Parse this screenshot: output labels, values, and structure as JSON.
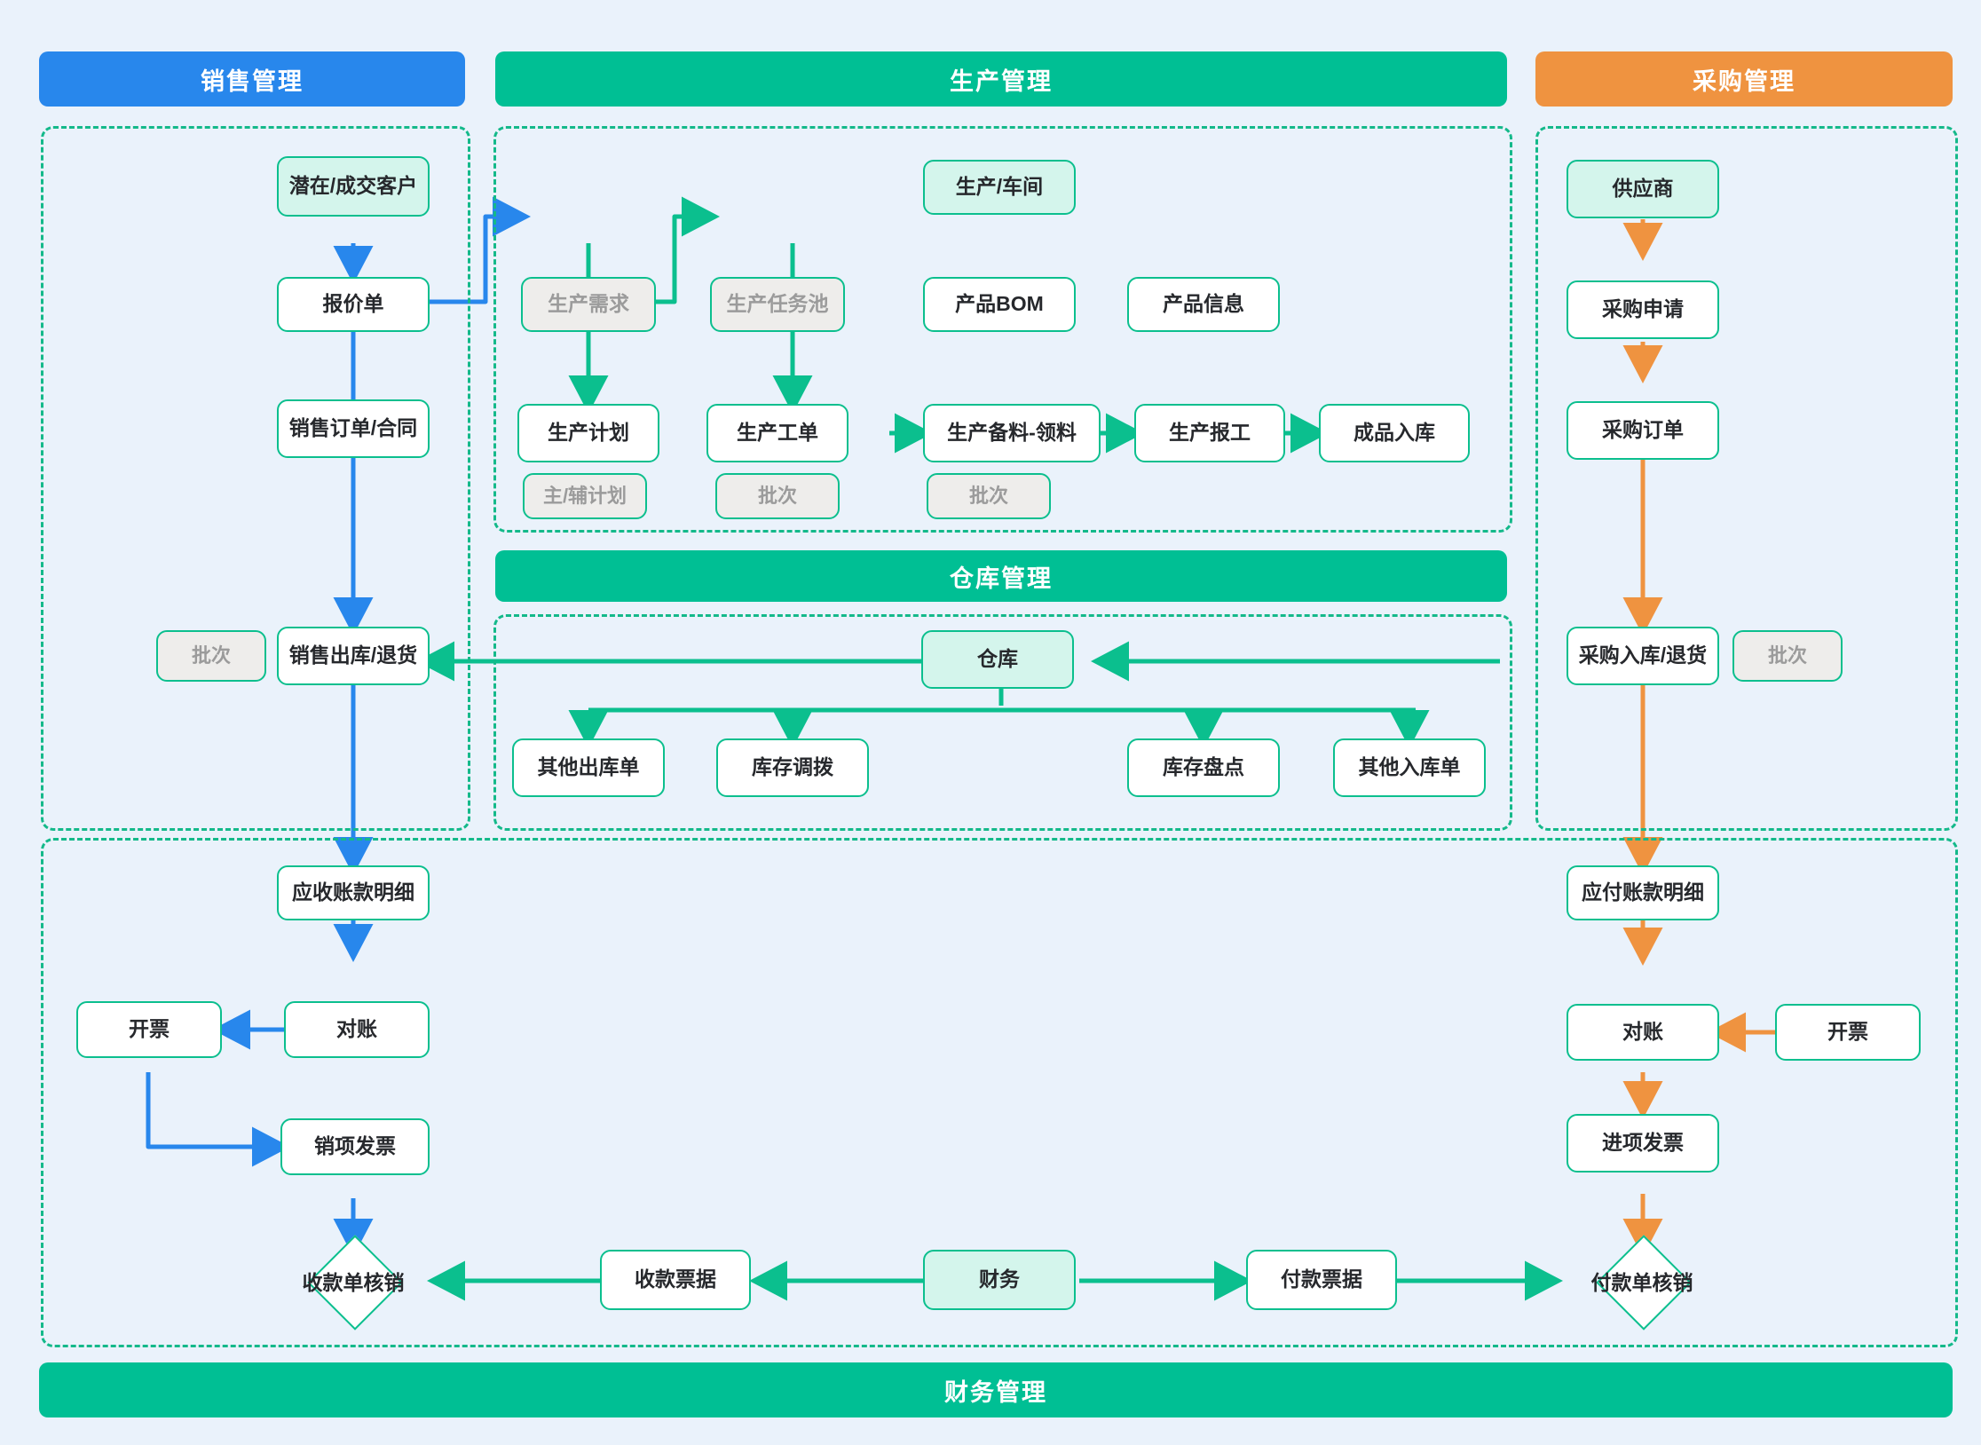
{
  "banners": {
    "sales": "销售管理",
    "production": "生产管理",
    "purchase": "采购管理",
    "warehouse": "仓库管理",
    "finance": "财务管理"
  },
  "colors": {
    "sales_accent": "#2887ec",
    "production_accent": "#00bf94",
    "purchase_accent": "#ef9340",
    "node_border": "#0bbf8e",
    "node_tint": "#d4f5ec",
    "muted_fill": "#eeedeb",
    "muted_text": "#9b9b9b",
    "background": "#eaf2fb"
  },
  "sales": {
    "customer": "潜在/成交客户",
    "quotation": "报价单",
    "sales_order": "销售订单/合同",
    "sales_outbound": "销售出库/退货",
    "batch_badge": "批次"
  },
  "production": {
    "workshop": "生产/车间",
    "product_bom": "产品BOM",
    "product_info": "产品信息",
    "demand": "生产需求",
    "task_pool": "生产任务池",
    "plan": "生产计划",
    "work_order": "生产工单",
    "material_pick": "生产备料-领料",
    "report": "生产报工",
    "finished_in": "成品入库",
    "plan_badge": "主/辅计划",
    "work_order_badge": "批次",
    "material_badge": "批次"
  },
  "warehouse": {
    "hub": "仓库",
    "other_outbound": "其他出库单",
    "transfer": "库存调拨",
    "stocktake": "库存盘点",
    "other_inbound": "其他入库单"
  },
  "purchase": {
    "supplier": "供应商",
    "request": "采购申请",
    "order": "采购订单",
    "inbound": "采购入库/退货",
    "batch_badge": "批次"
  },
  "finance": {
    "receivable_detail": "应收账款明细",
    "recon_left": "对账",
    "invoice_left": "开票",
    "output_invoice": "销项发票",
    "receipt_writeoff": "收款单核销",
    "receipt_bill": "收款票据",
    "finance_hub": "财务",
    "payment_bill": "付款票据",
    "payment_writeoff": "付款单核销",
    "payable_detail": "应付账款明细",
    "recon_right": "对账",
    "invoice_right": "开票",
    "input_invoice": "进项发票"
  }
}
